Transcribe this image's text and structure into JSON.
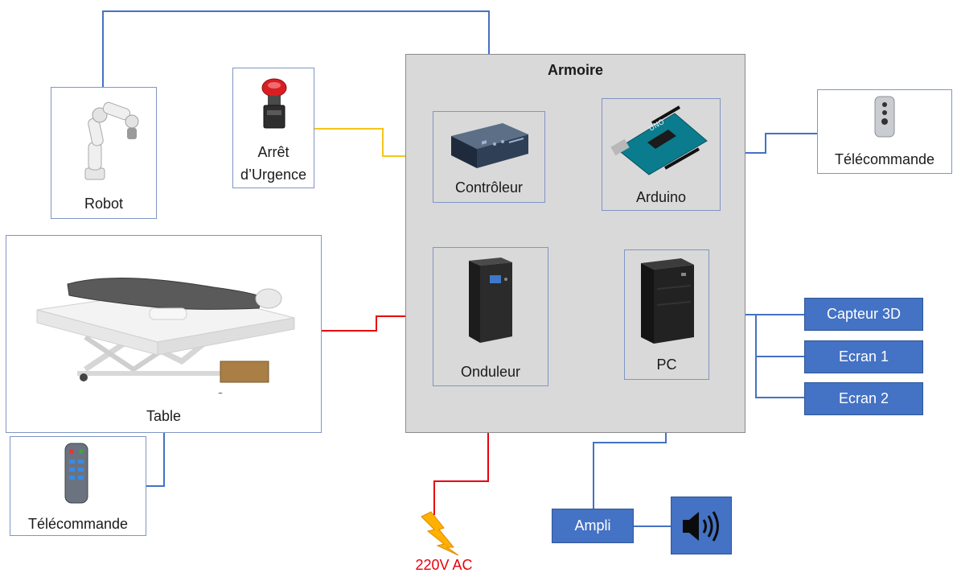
{
  "armoire": {
    "title": "Armoire"
  },
  "nodes": {
    "robot": "Robot",
    "arret": [
      "Arrêt",
      "d’Urgence"
    ],
    "controleur": "Contrôleur",
    "arduino": "Arduino",
    "telecommande_right": "Télécommande",
    "table": "Table",
    "onduleur": "Onduleur",
    "pc": "PC",
    "telecommande_left": "Télécommande",
    "capteur": "Capteur 3D",
    "ecran1": "Ecran 1",
    "ecran2": "Ecran 2",
    "ampli": "Ampli",
    "power": "220V AC"
  },
  "colors": {
    "data_link": "#4472c4",
    "power_link": "#e8000b",
    "emergency_link": "#f5c518",
    "cabinet": "#d9d9d9",
    "output_box": "#4472c4"
  },
  "icons": [
    "robot-arm-icon",
    "emergency-button-icon",
    "controller-unit-icon",
    "arduino-board-icon",
    "remote-icon",
    "medical-table-icon",
    "ups-icon",
    "pc-tower-icon",
    "lightning-icon",
    "speaker-icon"
  ]
}
